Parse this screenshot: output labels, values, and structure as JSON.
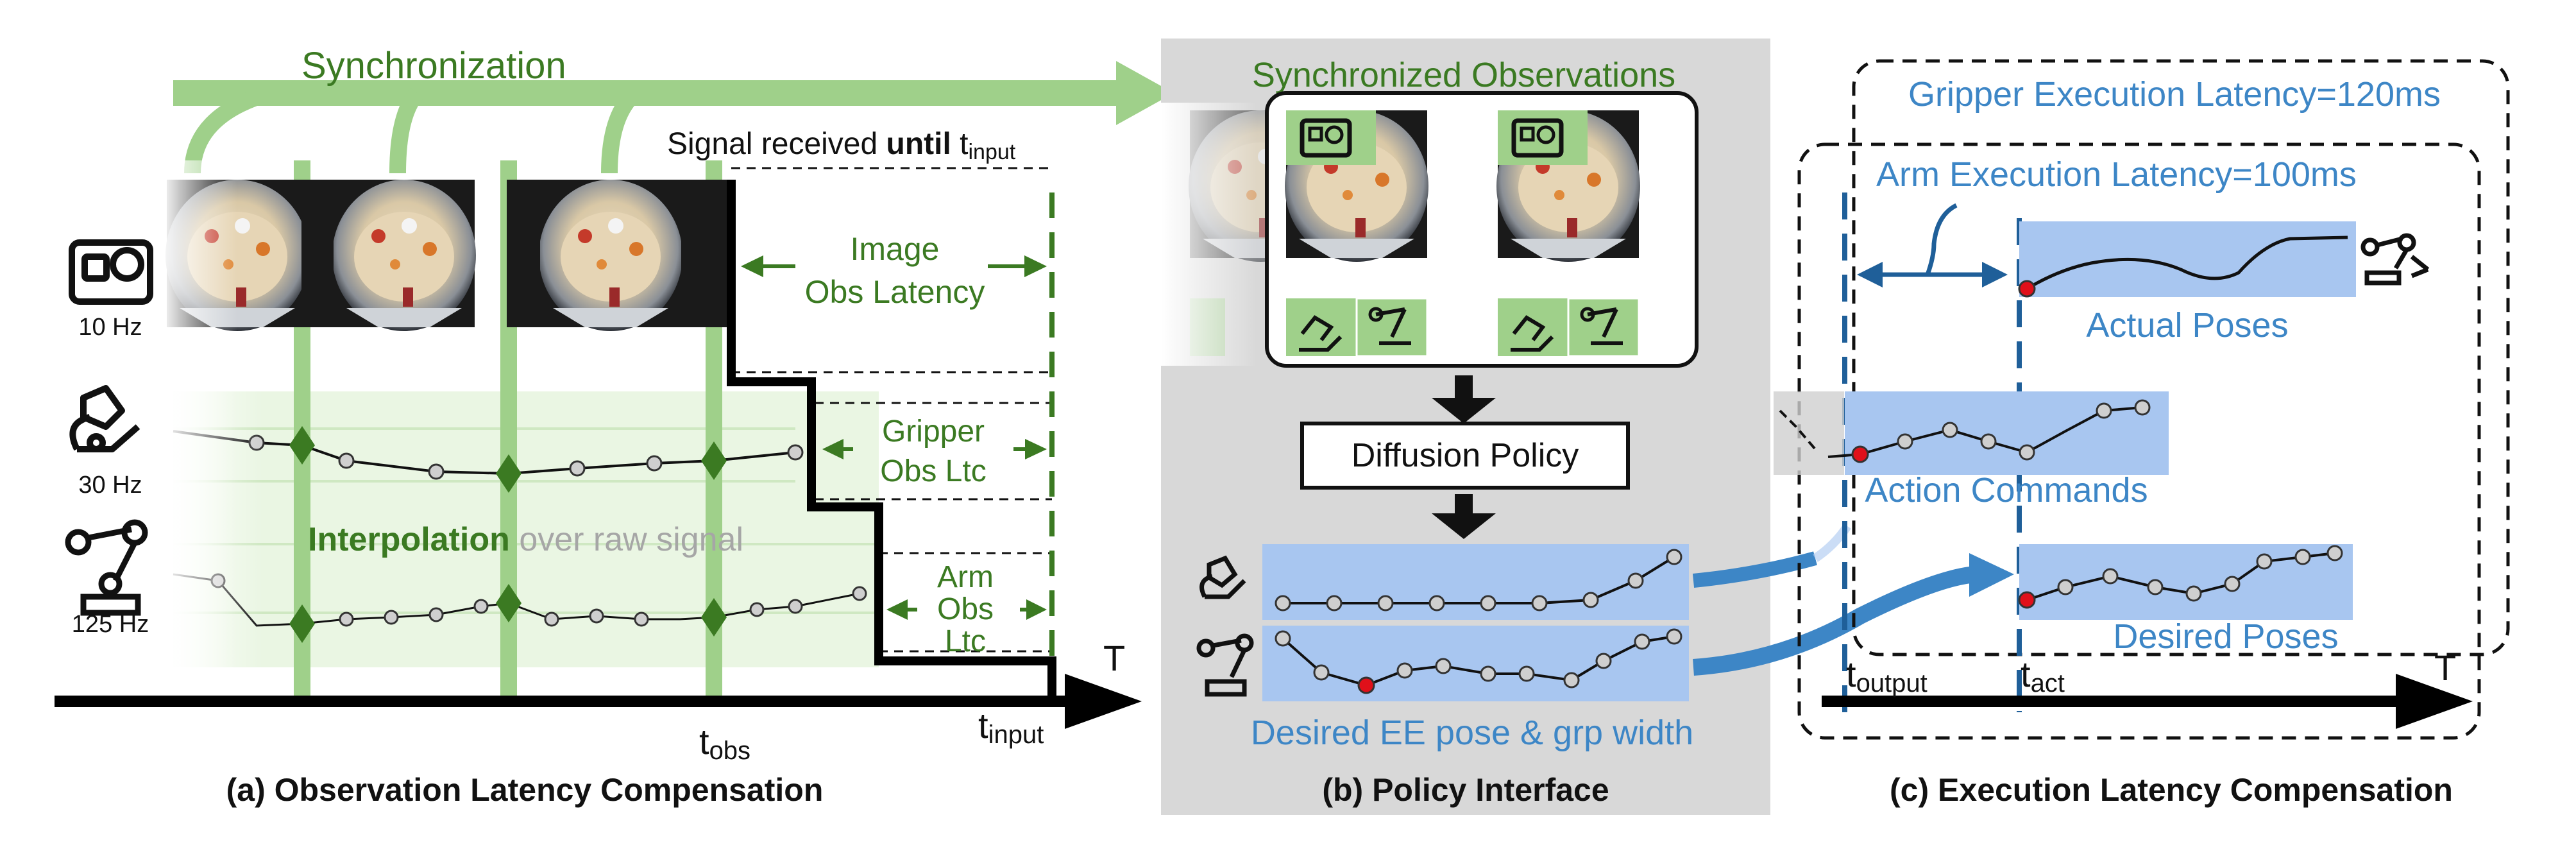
{
  "panel_a": {
    "synchronization": "Synchronization",
    "signal_received_prefix": "Signal received ",
    "signal_received_bold": "until",
    "t_input_sub_inline": "input",
    "image_latency_line1": "Image",
    "image_latency_line2": "Obs Latency",
    "gripper_latency_line1": "Gripper",
    "gripper_latency_line2": "Obs Ltc",
    "arm_latency_line1": "Arm",
    "arm_latency_line2": "Obs",
    "arm_latency_line3": "Ltc",
    "interpolation_bold": "Interpolation",
    "interpolation_rest": " over raw signal",
    "camera_rate": "10 Hz",
    "gripper_rate": "30 Hz",
    "arm_rate": "125 Hz",
    "t_obs_main": "t",
    "t_obs_sub": "obs",
    "t_input_main": "t",
    "t_input_sub": "input",
    "axis_T": "T",
    "caption": "(a) Observation Latency Compensation"
  },
  "panel_b": {
    "title": "Synchronized Observations",
    "policy": "Diffusion Policy",
    "output_label": "Desired EE pose & grp width",
    "caption": "(b) Policy Interface"
  },
  "panel_c": {
    "gripper_latency": "Gripper Execution Latency=120ms",
    "arm_latency": "Arm Execution Latency=100ms",
    "actual_poses": "Actual Poses",
    "action_commands": "Action Commands",
    "desired_poses": "Desired Poses",
    "t_output_main": "t",
    "t_output_sub": "output",
    "t_act_main": "t",
    "t_act_sub": "act",
    "axis_T": "T",
    "caption": "(c) Execution Latency Compensation"
  },
  "colors": {
    "obs_green": "#3b7a22",
    "sync_green": "#9fd08a",
    "box_blue": "#a8c6f0",
    "text_blue": "#3d86c6",
    "panel_gray": "#d8d8d8"
  }
}
